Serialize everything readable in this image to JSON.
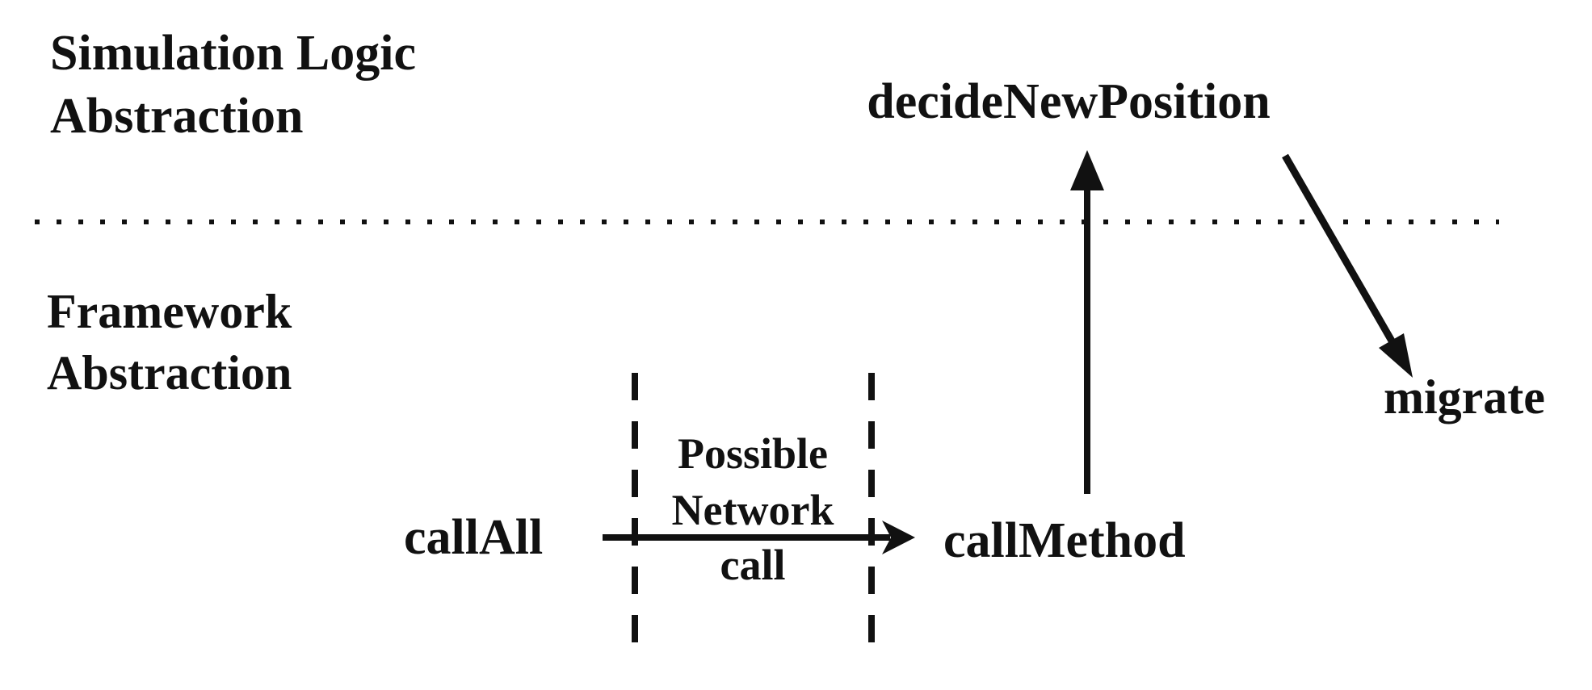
{
  "diagram": {
    "background": "#ffffff",
    "ink": "#111111",
    "layers": {
      "top": {
        "line1": "Simulation Logic",
        "line2": "Abstraction"
      },
      "bottom": {
        "line1": "Framework",
        "line2": "Abstraction"
      }
    },
    "nodes": {
      "decide_new_position": "decideNewPosition",
      "migrate": "migrate",
      "call_all": "callAll",
      "call_method": "callMethod"
    },
    "network_note": {
      "line1": "Possible",
      "line2": "Network",
      "line3": "call"
    },
    "edges": [
      {
        "from": "callAll",
        "to": "callMethod",
        "label": "Possible Network call",
        "style": "solid-arrow-right"
      },
      {
        "from": "callMethod",
        "to": "decideNewPosition",
        "style": "solid-arrow-up"
      },
      {
        "from": "decideNewPosition",
        "to": "migrate",
        "style": "solid-arrow-diagonal"
      }
    ]
  }
}
